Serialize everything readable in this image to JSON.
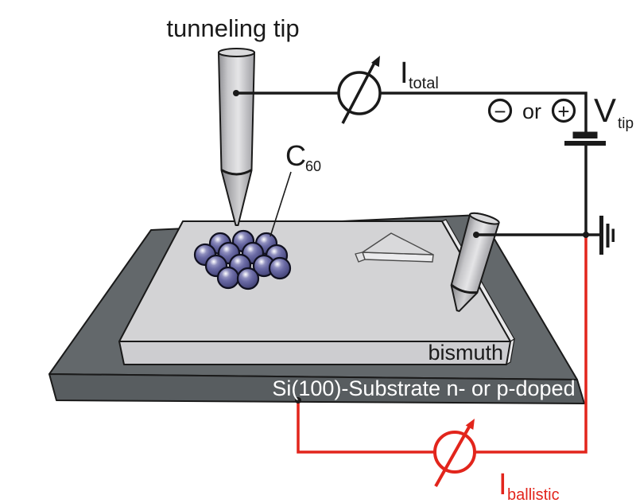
{
  "labels": {
    "tunneling_tip": "tunneling tip",
    "c60": {
      "main": "C",
      "sub": "60"
    },
    "i_total": {
      "main": "I",
      "sub": "total"
    },
    "polarity": {
      "minus": "−",
      "or": "or",
      "plus": "+"
    },
    "v_tip": {
      "main": "V",
      "sub": "tip"
    },
    "bismuth": "bismuth",
    "substrate": "Si(100)-Substrate n- or p-doped",
    "i_ballistic": {
      "main": "I",
      "sub": "ballistic"
    }
  },
  "colors": {
    "circuit_black": "#1a1a1a",
    "circuit_red": "#e2251c",
    "substrate_top": "#63686b",
    "substrate_front": "#585d60",
    "bismuth_top": "#d3d3d5",
    "bismuth_front": "#cdcdd0",
    "c60_purple": "#60609a",
    "substrate_label_text": "#ffffff"
  },
  "symbols": {
    "ammeter_total": "circle-with-diagonal-arrow",
    "ammeter_ballistic": "circle-with-diagonal-arrow",
    "voltage_source": "battery-cell",
    "ground": "ground-bars"
  }
}
